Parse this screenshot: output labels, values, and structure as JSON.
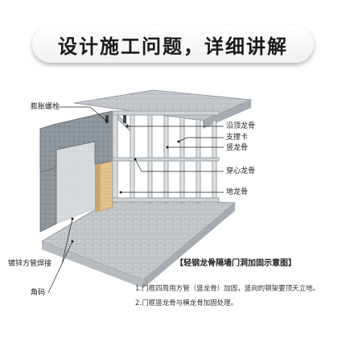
{
  "banner": {
    "title": "设计施工问题，详细讲解"
  },
  "labels": {
    "expansion_bolt": "膨胀螺栓",
    "top_track": "沿顶龙骨",
    "brace_clip": "支撑卡",
    "vertical_stud": "竖龙骨",
    "through_channel": "穿心龙骨",
    "floor_track": "地龙骨",
    "galvanized_tube_weld": "镀锌方管焊接",
    "corner_code": "角码"
  },
  "caption": {
    "title": "【轻钢龙骨隔墙门洞加固示意图】",
    "notes": [
      "1.门框四周用方管（竖龙骨）加固，竖向的钢架要顶天立地。",
      "2.门框竖龙骨与横龙骨加固处理。"
    ]
  }
}
